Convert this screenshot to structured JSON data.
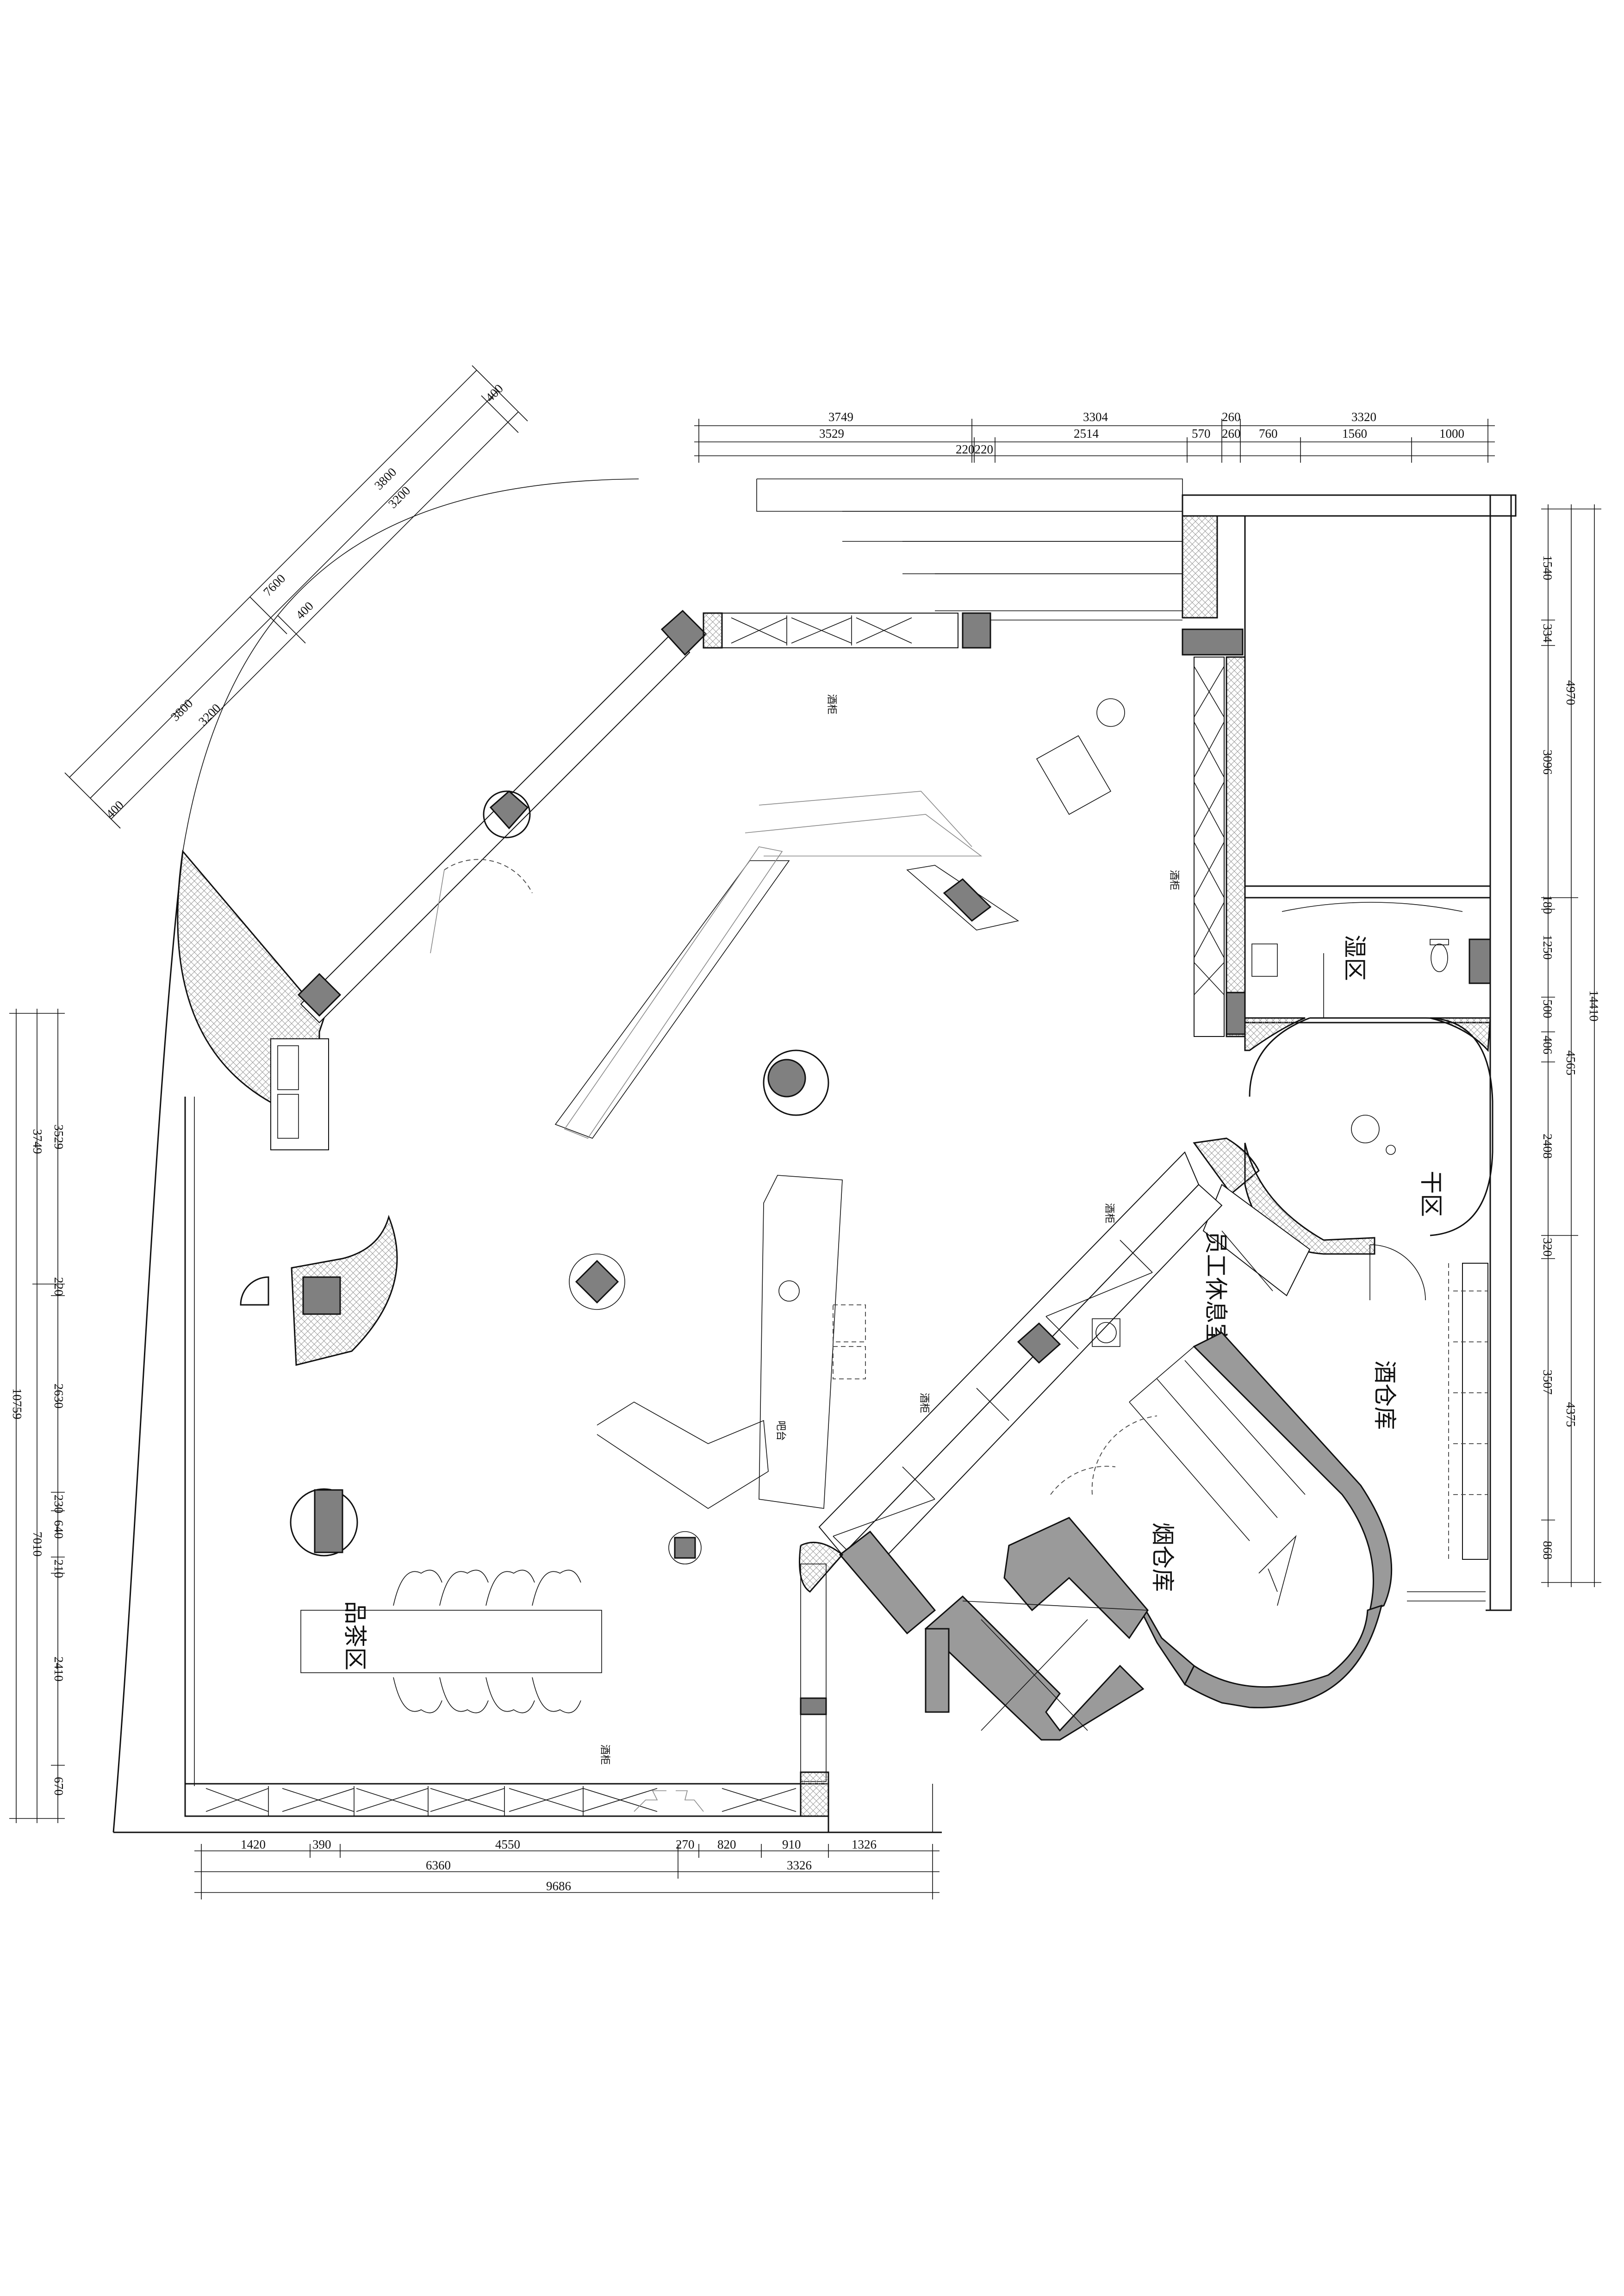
{
  "rooms": {
    "employee_lounge": "员工休息室",
    "wine_warehouse": "酒仓库",
    "cigar_warehouse": "烟仓库",
    "dry_zone": "干区",
    "wet_zone": "湿区",
    "tea_zone": "品茶区",
    "bar_counter": "吧台",
    "display_cabinet": "酒柜"
  },
  "dimensions": {
    "top_row1": [
      "3749",
      "3304",
      "260",
      "3320"
    ],
    "top_row2": [
      "3529",
      "2514",
      "570",
      "260",
      "760",
      "1560",
      "1000"
    ],
    "top_row3": "220220",
    "right_outer": "14410",
    "right_mid": [
      "4970",
      "4565",
      "4375"
    ],
    "right_inner": [
      "1540",
      "334",
      "3096",
      "180",
      "1250",
      "500",
      "406",
      "2408",
      "320",
      "3507",
      "868"
    ],
    "left_outer": "10759",
    "left_mid": [
      "3749",
      "7010"
    ],
    "left_inner": [
      "3529",
      "220",
      "2630",
      "230",
      "640",
      "210",
      "2410",
      "670"
    ],
    "bottom_row1": [
      "1420",
      "390",
      "4550",
      "270",
      "820",
      "910",
      "1326"
    ],
    "bottom_row2": [
      "6360",
      "3326"
    ],
    "bottom_row3": "9686",
    "diag_outer": "7600",
    "diag_mid": [
      "3800",
      "3800"
    ],
    "diag_inner": [
      "3200",
      "400",
      "3200",
      "400",
      "400"
    ]
  }
}
